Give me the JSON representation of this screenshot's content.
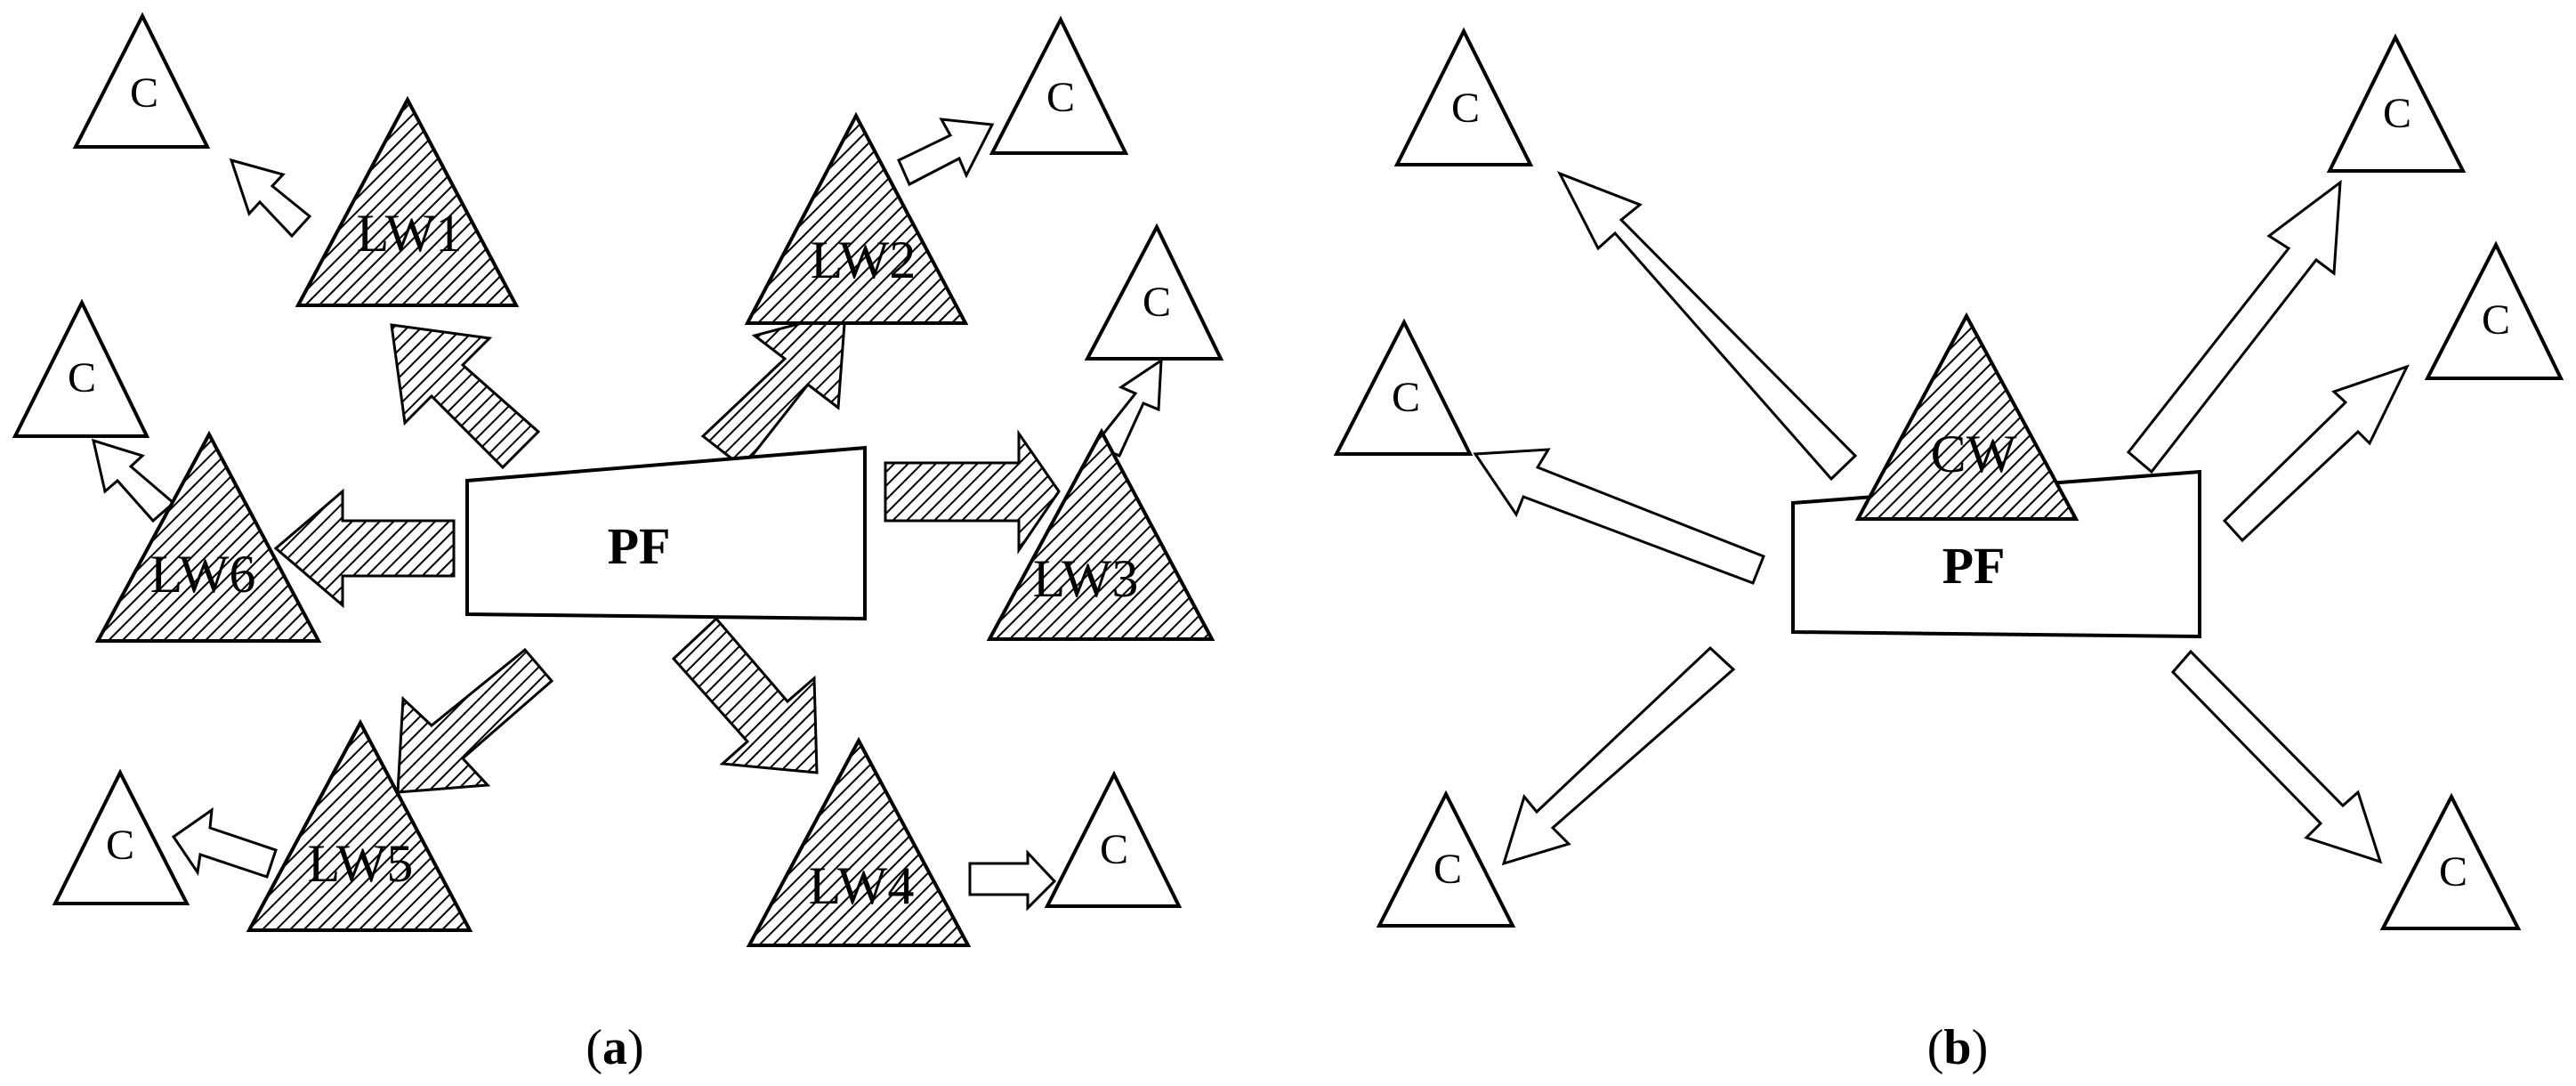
{
  "panel_a": {
    "factory_label": "PF",
    "caption_letter": "a",
    "triangles": [
      {
        "label": "LW1",
        "kind": "warehouse"
      },
      {
        "label": "LW2",
        "kind": "warehouse"
      },
      {
        "label": "LW3",
        "kind": "warehouse"
      },
      {
        "label": "LW4",
        "kind": "warehouse"
      },
      {
        "label": "LW5",
        "kind": "warehouse"
      },
      {
        "label": "LW6",
        "kind": "warehouse"
      },
      {
        "label": "C",
        "kind": "customer"
      },
      {
        "label": "C",
        "kind": "customer"
      },
      {
        "label": "C",
        "kind": "customer"
      },
      {
        "label": "C",
        "kind": "customer"
      },
      {
        "label": "C",
        "kind": "customer"
      },
      {
        "label": "C",
        "kind": "customer"
      }
    ]
  },
  "panel_b": {
    "factory_label": "PF",
    "warehouse_label": "CW",
    "caption_letter": "b",
    "customers": [
      {
        "label": "C"
      },
      {
        "label": "C"
      },
      {
        "label": "C"
      },
      {
        "label": "C"
      },
      {
        "label": "C"
      },
      {
        "label": "C"
      }
    ]
  },
  "colors": {
    "stroke": "#000000",
    "hatch": "#000000",
    "fill_white": "#ffffff"
  },
  "icons": {
    "warehouse": "hatched-triangle",
    "customer": "white-triangle",
    "flow": "block-arrow"
  }
}
